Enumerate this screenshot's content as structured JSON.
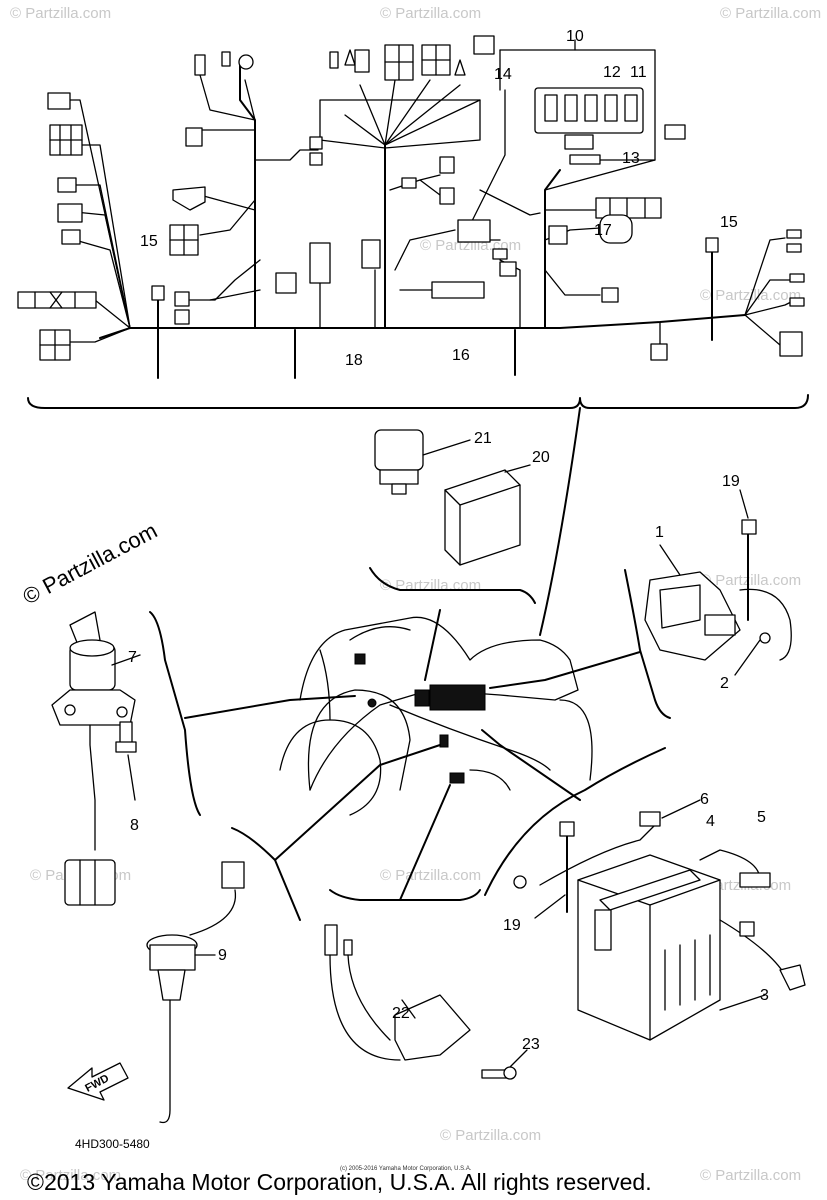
{
  "diagram": {
    "callouts": [
      {
        "id": "c1",
        "label": "1"
      },
      {
        "id": "c2",
        "label": "2"
      },
      {
        "id": "c3",
        "label": "3"
      },
      {
        "id": "c4",
        "label": "4"
      },
      {
        "id": "c5",
        "label": "5"
      },
      {
        "id": "c6",
        "label": "6"
      },
      {
        "id": "c7",
        "label": "7"
      },
      {
        "id": "c8",
        "label": "8"
      },
      {
        "id": "c9",
        "label": "9"
      },
      {
        "id": "c10",
        "label": "10"
      },
      {
        "id": "c11",
        "label": "11"
      },
      {
        "id": "c12",
        "label": "12"
      },
      {
        "id": "c13",
        "label": "13"
      },
      {
        "id": "c14",
        "label": "14"
      },
      {
        "id": "c15a",
        "label": "15"
      },
      {
        "id": "c15b",
        "label": "15"
      },
      {
        "id": "c16",
        "label": "16"
      },
      {
        "id": "c17",
        "label": "17"
      },
      {
        "id": "c18",
        "label": "18"
      },
      {
        "id": "c19a",
        "label": "19"
      },
      {
        "id": "c19b",
        "label": "19"
      },
      {
        "id": "c20",
        "label": "20"
      },
      {
        "id": "c21",
        "label": "21"
      },
      {
        "id": "c22",
        "label": "22"
      },
      {
        "id": "c23",
        "label": "23"
      }
    ],
    "fwd_arrow_label": "FWD",
    "part_code": "4HD300-5480",
    "watermark_main": "© Partzilla.com",
    "watermark_repeat": "© Partzilla.com",
    "small_print": "(c) 2005-2016 Yamaha Motor Corporation, U.S.A.",
    "copyright": "©2013 Yamaha Motor Corporation, U.S.A. All rights reserved."
  }
}
